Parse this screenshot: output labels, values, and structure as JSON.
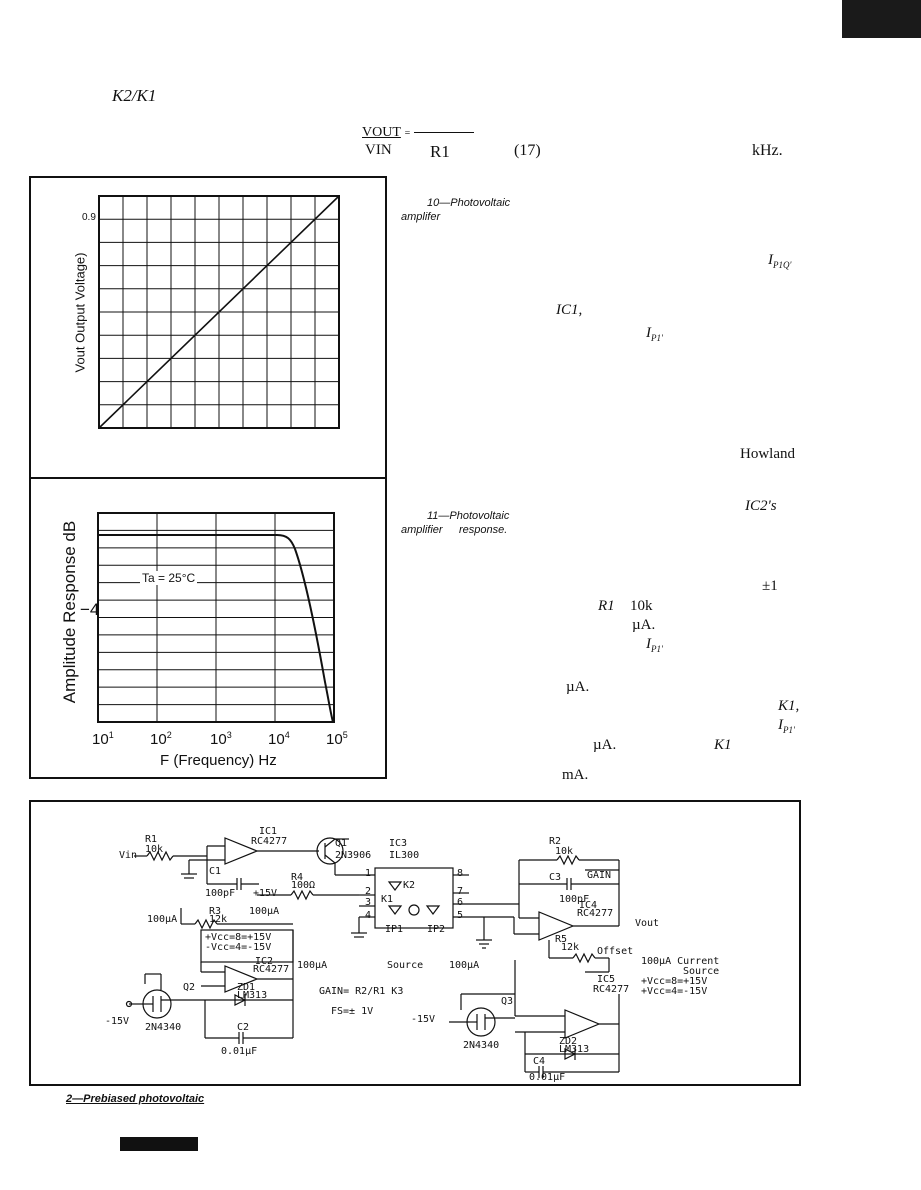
{
  "header": {
    "ratio": "K2/K1",
    "eq_numerator": "VOUT",
    "eq_equals": "=",
    "eq_denominator": "VIN",
    "eq_r1": "R1",
    "eq_number": "(17)",
    "khz": "kHz."
  },
  "fig10": {
    "caption_num": "10—Photovoltaic",
    "caption_word": "amplifer",
    "ytick_top": "0.9",
    "ylabel": "Vout Output Voltage)"
  },
  "fig11": {
    "caption_num": "11—Photovoltaic",
    "caption_word1": "amplifier",
    "caption_word2": "response.",
    "ylabel": "Amplitude Response dB",
    "ytick": "−4",
    "annotation": "Ta = 25°C",
    "xticks": [
      "10",
      "10",
      "10",
      "10",
      "10"
    ],
    "xexps": [
      "1",
      "2",
      "3",
      "4",
      "5"
    ],
    "xlabel": "F (Frequency) Hz"
  },
  "right_col": {
    "ip1q": "I",
    "ip1q_sub": "P1Q'",
    "ic1": "IC1,",
    "ip1_a": "I",
    "ip1_a_sub": "P1'",
    "howland": "Howland",
    "ic2s": "IC2's",
    "pm1": "±1",
    "r1": "R1",
    "tenk": "10k",
    "ua1": "µA.",
    "ip1_b": "I",
    "ip1_b_sub": "P1'",
    "ua2": "µA.",
    "k1_a": "K1,",
    "ip1_c": "I",
    "ip1_c_sub": "P1'",
    "ua3": "µA.",
    "k1_b": "K1",
    "ma": "mA."
  },
  "schematic": {
    "r1": "R1",
    "r1v": "10k",
    "vin": "Vin",
    "ic1": "IC1",
    "ic1p": "RC4277",
    "q1": "Q1",
    "q1p": "2N3906",
    "ic3": "IC3",
    "ic3p": "IL300",
    "c1": "C1",
    "c1v": "100pF",
    "r4": "R4",
    "r4v": "100Ω",
    "p15": "+15V",
    "r3": "R3",
    "r3v": "12k",
    "i100a": "100µA",
    "i100b": "100µA",
    "i100c": "100µA",
    "i100d": "100µA",
    "vcc8": "+Vcc=8=+15V",
    "vcc4": "-Vcc=4=-15V",
    "ic2": "IC2",
    "ic2p": "RC4277",
    "source": "Source",
    "zd1": "ZD1",
    "zd1p": "LM313",
    "q2": "Q2",
    "m15a": "-15V",
    "q2p": "2N4340",
    "c2": "C2",
    "c2v": "0.01µF",
    "gain": "GAIN=",
    "gain_r2": "R2",
    "gain_r1": "R1",
    "gain_k3": "K3",
    "fs": "FS=± 1V",
    "k1": "K1",
    "k2": "K2",
    "ip1": "IP1",
    "ip2": "IP2",
    "pins": [
      "1",
      "2",
      "3",
      "4",
      "8",
      "7",
      "6",
      "5"
    ],
    "r2": "R2",
    "r2v": "10k",
    "c3": "C3",
    "c3v": "100pF",
    "c3g": "GAIN",
    "ic4": "IC4",
    "ic4p": "RC4277",
    "vout": "Vout",
    "r5": "R5",
    "r5v": "12k",
    "offset": "Offset",
    "cs": "100µA Current",
    "cs2": "Source",
    "ic5": "IC5",
    "ic5p": "RC4277",
    "vcc8b": "+Vcc=8=+15V",
    "vcc4b": "+Vcc=4=-15V",
    "m15b": "-15V",
    "q3": "Q3",
    "q3p": "2N4340",
    "zd2": "ZD2",
    "zd2p": "LM313",
    "c4": "C4",
    "c4v": "0.01µF"
  },
  "footer_caption": "2—Prebiased photovoltaic"
}
